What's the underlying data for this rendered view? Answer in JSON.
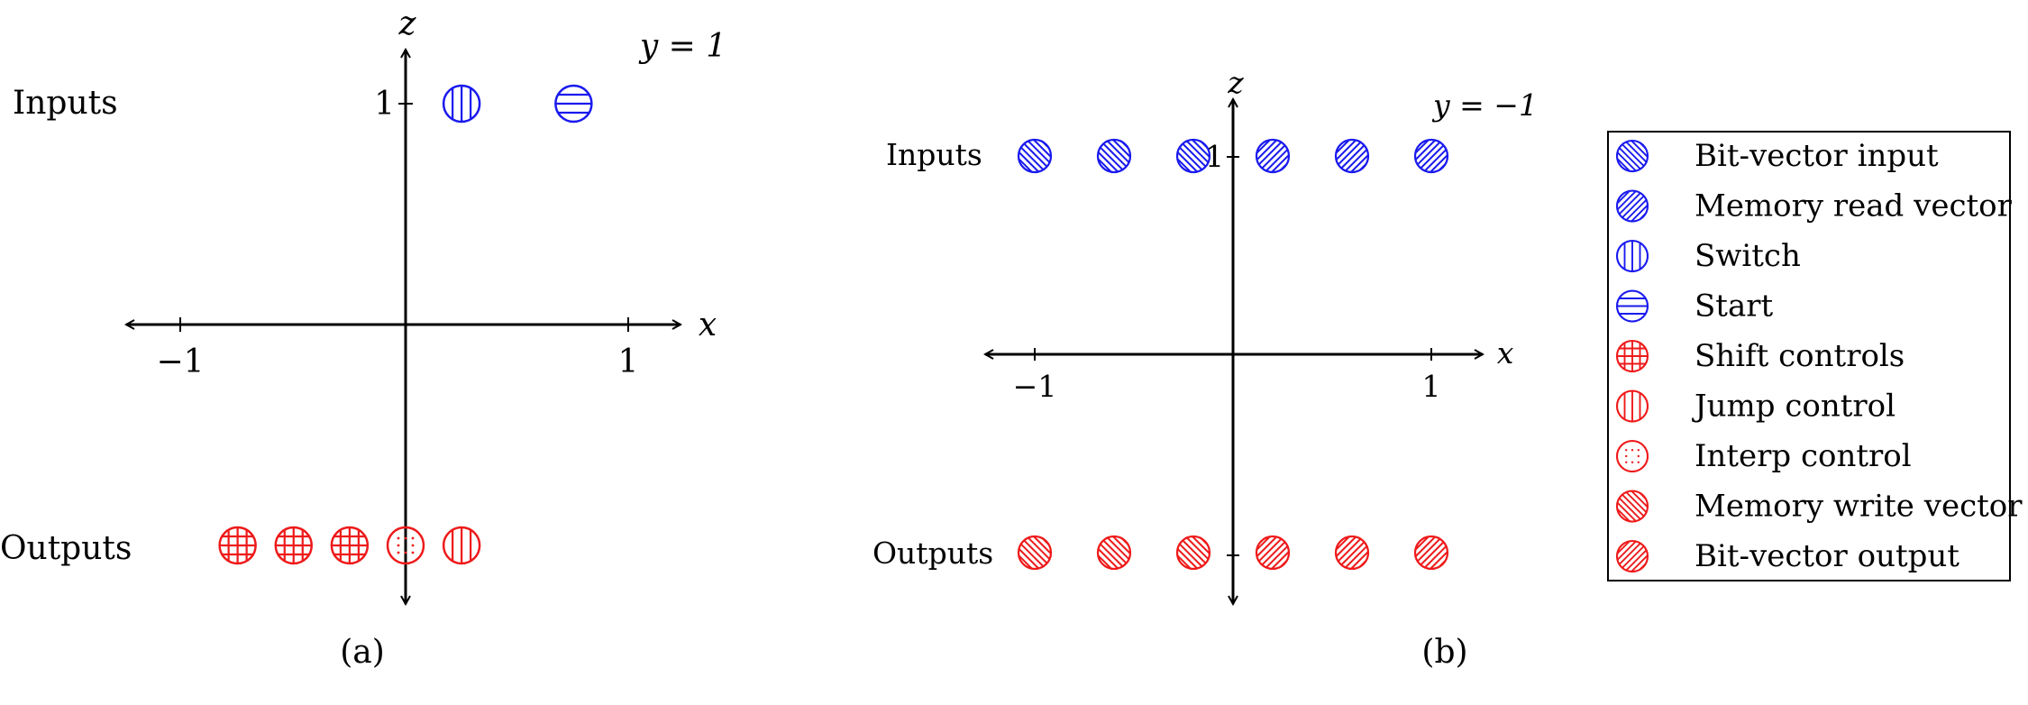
{
  "colors": {
    "input": "#1a1aee",
    "output": "#ee1a1a",
    "axis": "#000000"
  },
  "panel_a": {
    "caption": "(a)",
    "plane_label": "y = 1",
    "x_axis_label": "x",
    "z_axis_label": "z",
    "x_ticks": [
      {
        "value": -1,
        "label": "−1"
      },
      {
        "value": 1,
        "label": "1"
      }
    ],
    "z_ticks": [
      {
        "value": 1,
        "label": "1"
      }
    ],
    "row_labels": {
      "inputs": "Inputs",
      "outputs": "Outputs"
    },
    "nodes": [
      {
        "x": 0.25,
        "z": 1,
        "kind": "switch"
      },
      {
        "x": 0.75,
        "z": 1,
        "kind": "start"
      },
      {
        "x": -0.75,
        "z": -1,
        "kind": "shift"
      },
      {
        "x": -0.5,
        "z": -1,
        "kind": "shift"
      },
      {
        "x": -0.25,
        "z": -1,
        "kind": "shift"
      },
      {
        "x": 0.0,
        "z": -1,
        "kind": "interp"
      },
      {
        "x": 0.25,
        "z": -1,
        "kind": "jump"
      }
    ]
  },
  "panel_b": {
    "caption": "(b)",
    "plane_label": "y = −1",
    "x_axis_label": "x",
    "z_axis_label": "z",
    "x_ticks": [
      {
        "value": -1,
        "label": "−1"
      },
      {
        "value": 1,
        "label": "1"
      }
    ],
    "z_ticks": [
      {
        "value": 1,
        "label": "1"
      }
    ],
    "row_labels": {
      "inputs": "Inputs",
      "outputs": "Outputs"
    },
    "nodes": [
      {
        "x": -1,
        "z": 1,
        "kind": "bitin"
      },
      {
        "x": -0.6,
        "z": 1,
        "kind": "bitin"
      },
      {
        "x": -0.2,
        "z": 1,
        "kind": "bitin"
      },
      {
        "x": 0.2,
        "z": 1,
        "kind": "memread"
      },
      {
        "x": 0.6,
        "z": 1,
        "kind": "memread"
      },
      {
        "x": 1,
        "z": 1,
        "kind": "memread"
      },
      {
        "x": -1,
        "z": -1,
        "kind": "memwrite"
      },
      {
        "x": -0.6,
        "z": -1,
        "kind": "memwrite"
      },
      {
        "x": -0.2,
        "z": -1,
        "kind": "memwrite"
      },
      {
        "x": 0.2,
        "z": -1,
        "kind": "bitout"
      },
      {
        "x": 0.6,
        "z": -1,
        "kind": "bitout"
      },
      {
        "x": 1,
        "z": -1,
        "kind": "bitout"
      }
    ]
  },
  "legend": [
    {
      "kind": "bitin",
      "label": "Bit-vector input"
    },
    {
      "kind": "memread",
      "label": "Memory read vector"
    },
    {
      "kind": "switch",
      "label": "Switch"
    },
    {
      "kind": "start",
      "label": "Start"
    },
    {
      "kind": "shift",
      "label": "Shift controls"
    },
    {
      "kind": "jump",
      "label": "Jump control"
    },
    {
      "kind": "interp",
      "label": "Interp control"
    },
    {
      "kind": "memwrite",
      "label": "Memory write vector"
    },
    {
      "kind": "bitout",
      "label": "Bit-vector output"
    }
  ]
}
